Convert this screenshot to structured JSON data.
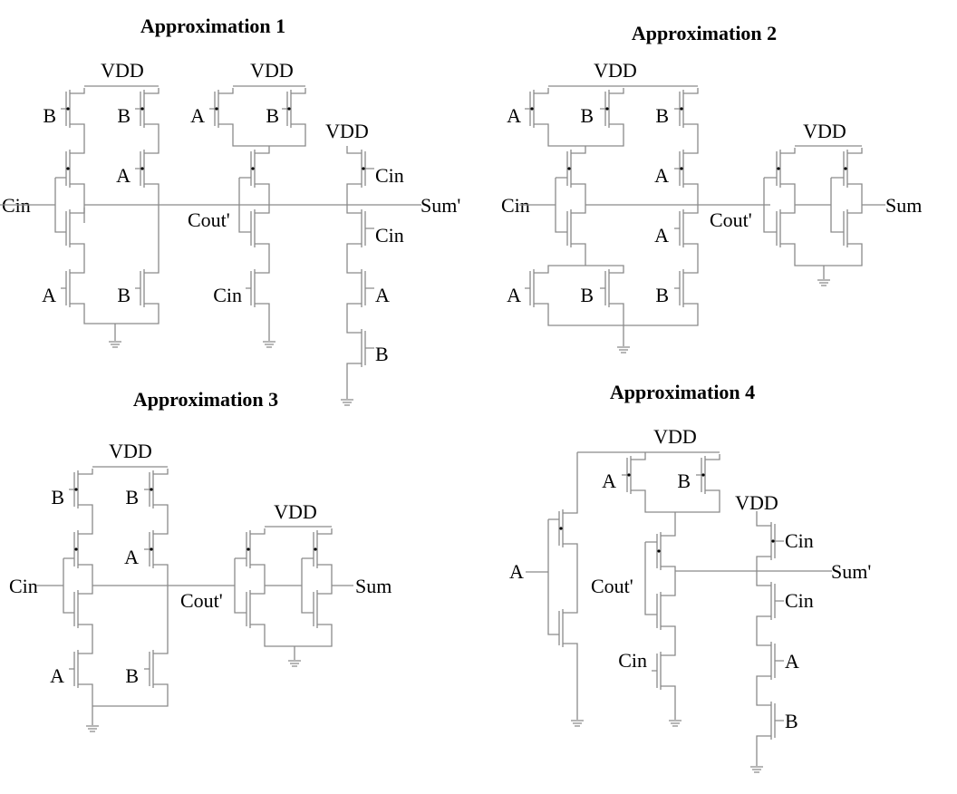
{
  "figure": {
    "panels": [
      {
        "id": "approx1",
        "title": "Approximation 1",
        "labels": {
          "vdd": "VDD",
          "input_cin": "Cin",
          "node": "Cout'",
          "output": "Sum'",
          "gates": {
            "p_left_top": "B",
            "p_right_top": "B",
            "p_right_mid": "A",
            "n_left_bot": "A",
            "n_right_bot": "B",
            "p2_a": "A",
            "p2_b": "B",
            "n2_cin": "Cin",
            "chain_p": "Cin",
            "chain_n1": "Cin",
            "chain_n2": "A",
            "chain_n3": "B"
          }
        }
      },
      {
        "id": "approx2",
        "title": "Approximation 2",
        "labels": {
          "vdd": "VDD",
          "input_cin": "Cin",
          "node": "Cout'",
          "output": "Sum",
          "gates": {
            "p_a": "A",
            "p_b": "B",
            "p_right_top": "B",
            "p_right_mid": "A",
            "n_right_mid": "A",
            "n_right_bot": "B",
            "n_a": "A",
            "n_b": "B"
          }
        }
      },
      {
        "id": "approx3",
        "title": "Approximation 3",
        "labels": {
          "vdd": "VDD",
          "input_cin": "Cin",
          "node": "Cout'",
          "output": "Sum",
          "gates": {
            "p_left_top": "B",
            "p_right_top": "B",
            "p_right_mid": "A",
            "n_left_bot": "A",
            "n_right_bot": "B"
          }
        }
      },
      {
        "id": "approx4",
        "title": "Approximation 4",
        "labels": {
          "vdd": "VDD",
          "input_a": "A",
          "node": "Cout'",
          "output": "Sum'",
          "gates": {
            "p_a": "A",
            "p_b": "B",
            "n2_cin": "Cin",
            "chain_p": "Cin",
            "chain_n1": "Cin",
            "chain_n2": "A",
            "chain_n3": "B"
          }
        }
      }
    ]
  }
}
